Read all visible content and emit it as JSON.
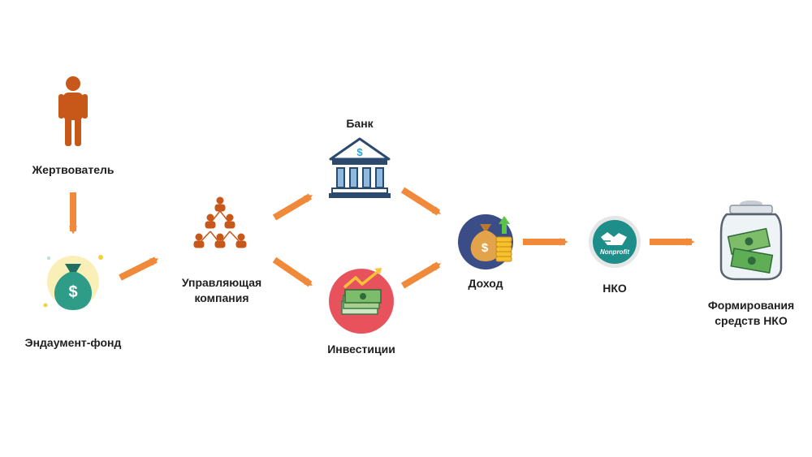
{
  "nodes": {
    "donor": "Жертвователь",
    "endowment": "Эндаумент-фонд",
    "management_line1": "Управляющая",
    "management_line2": "компания",
    "bank": "Банк",
    "investments": "Инвестиции",
    "income": "Доход",
    "nko": "НКО",
    "funding_line1": "Формирования",
    "funding_line2": "средств НКО"
  },
  "icons": {
    "donor": "person-icon",
    "endowment": "money-bag-icon",
    "management": "org-hierarchy-icon",
    "bank": "bank-building-icon",
    "investments": "cash-growth-icon",
    "income": "money-bag-coins-icon",
    "nko": "nonprofit-handshake-icon",
    "funding": "money-jar-icon"
  },
  "badge_text": {
    "bank_symbol": "$",
    "endowment_symbol": "$",
    "income_symbol": "$",
    "nonprofit": "Nonprofit"
  },
  "colors": {
    "arrow": "#F08A3A",
    "person": "#C8581A",
    "text": "#1F1F1F"
  }
}
